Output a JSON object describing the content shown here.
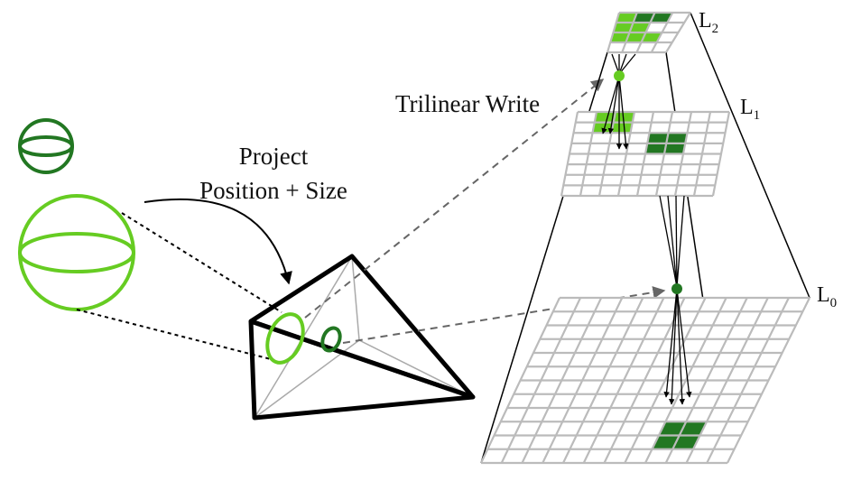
{
  "labels": {
    "project_line1": "Project",
    "project_line2": "Position + Size",
    "trilinear": "Trilinear Write"
  },
  "levels": [
    {
      "base": "L",
      "sub": "2"
    },
    {
      "base": "L",
      "sub": "1"
    },
    {
      "base": "L",
      "sub": "0"
    }
  ],
  "colors": {
    "light_green": "#66cc22",
    "dark_green": "#227722",
    "grid_line": "#bbbbbb",
    "outline": "#000000"
  }
}
